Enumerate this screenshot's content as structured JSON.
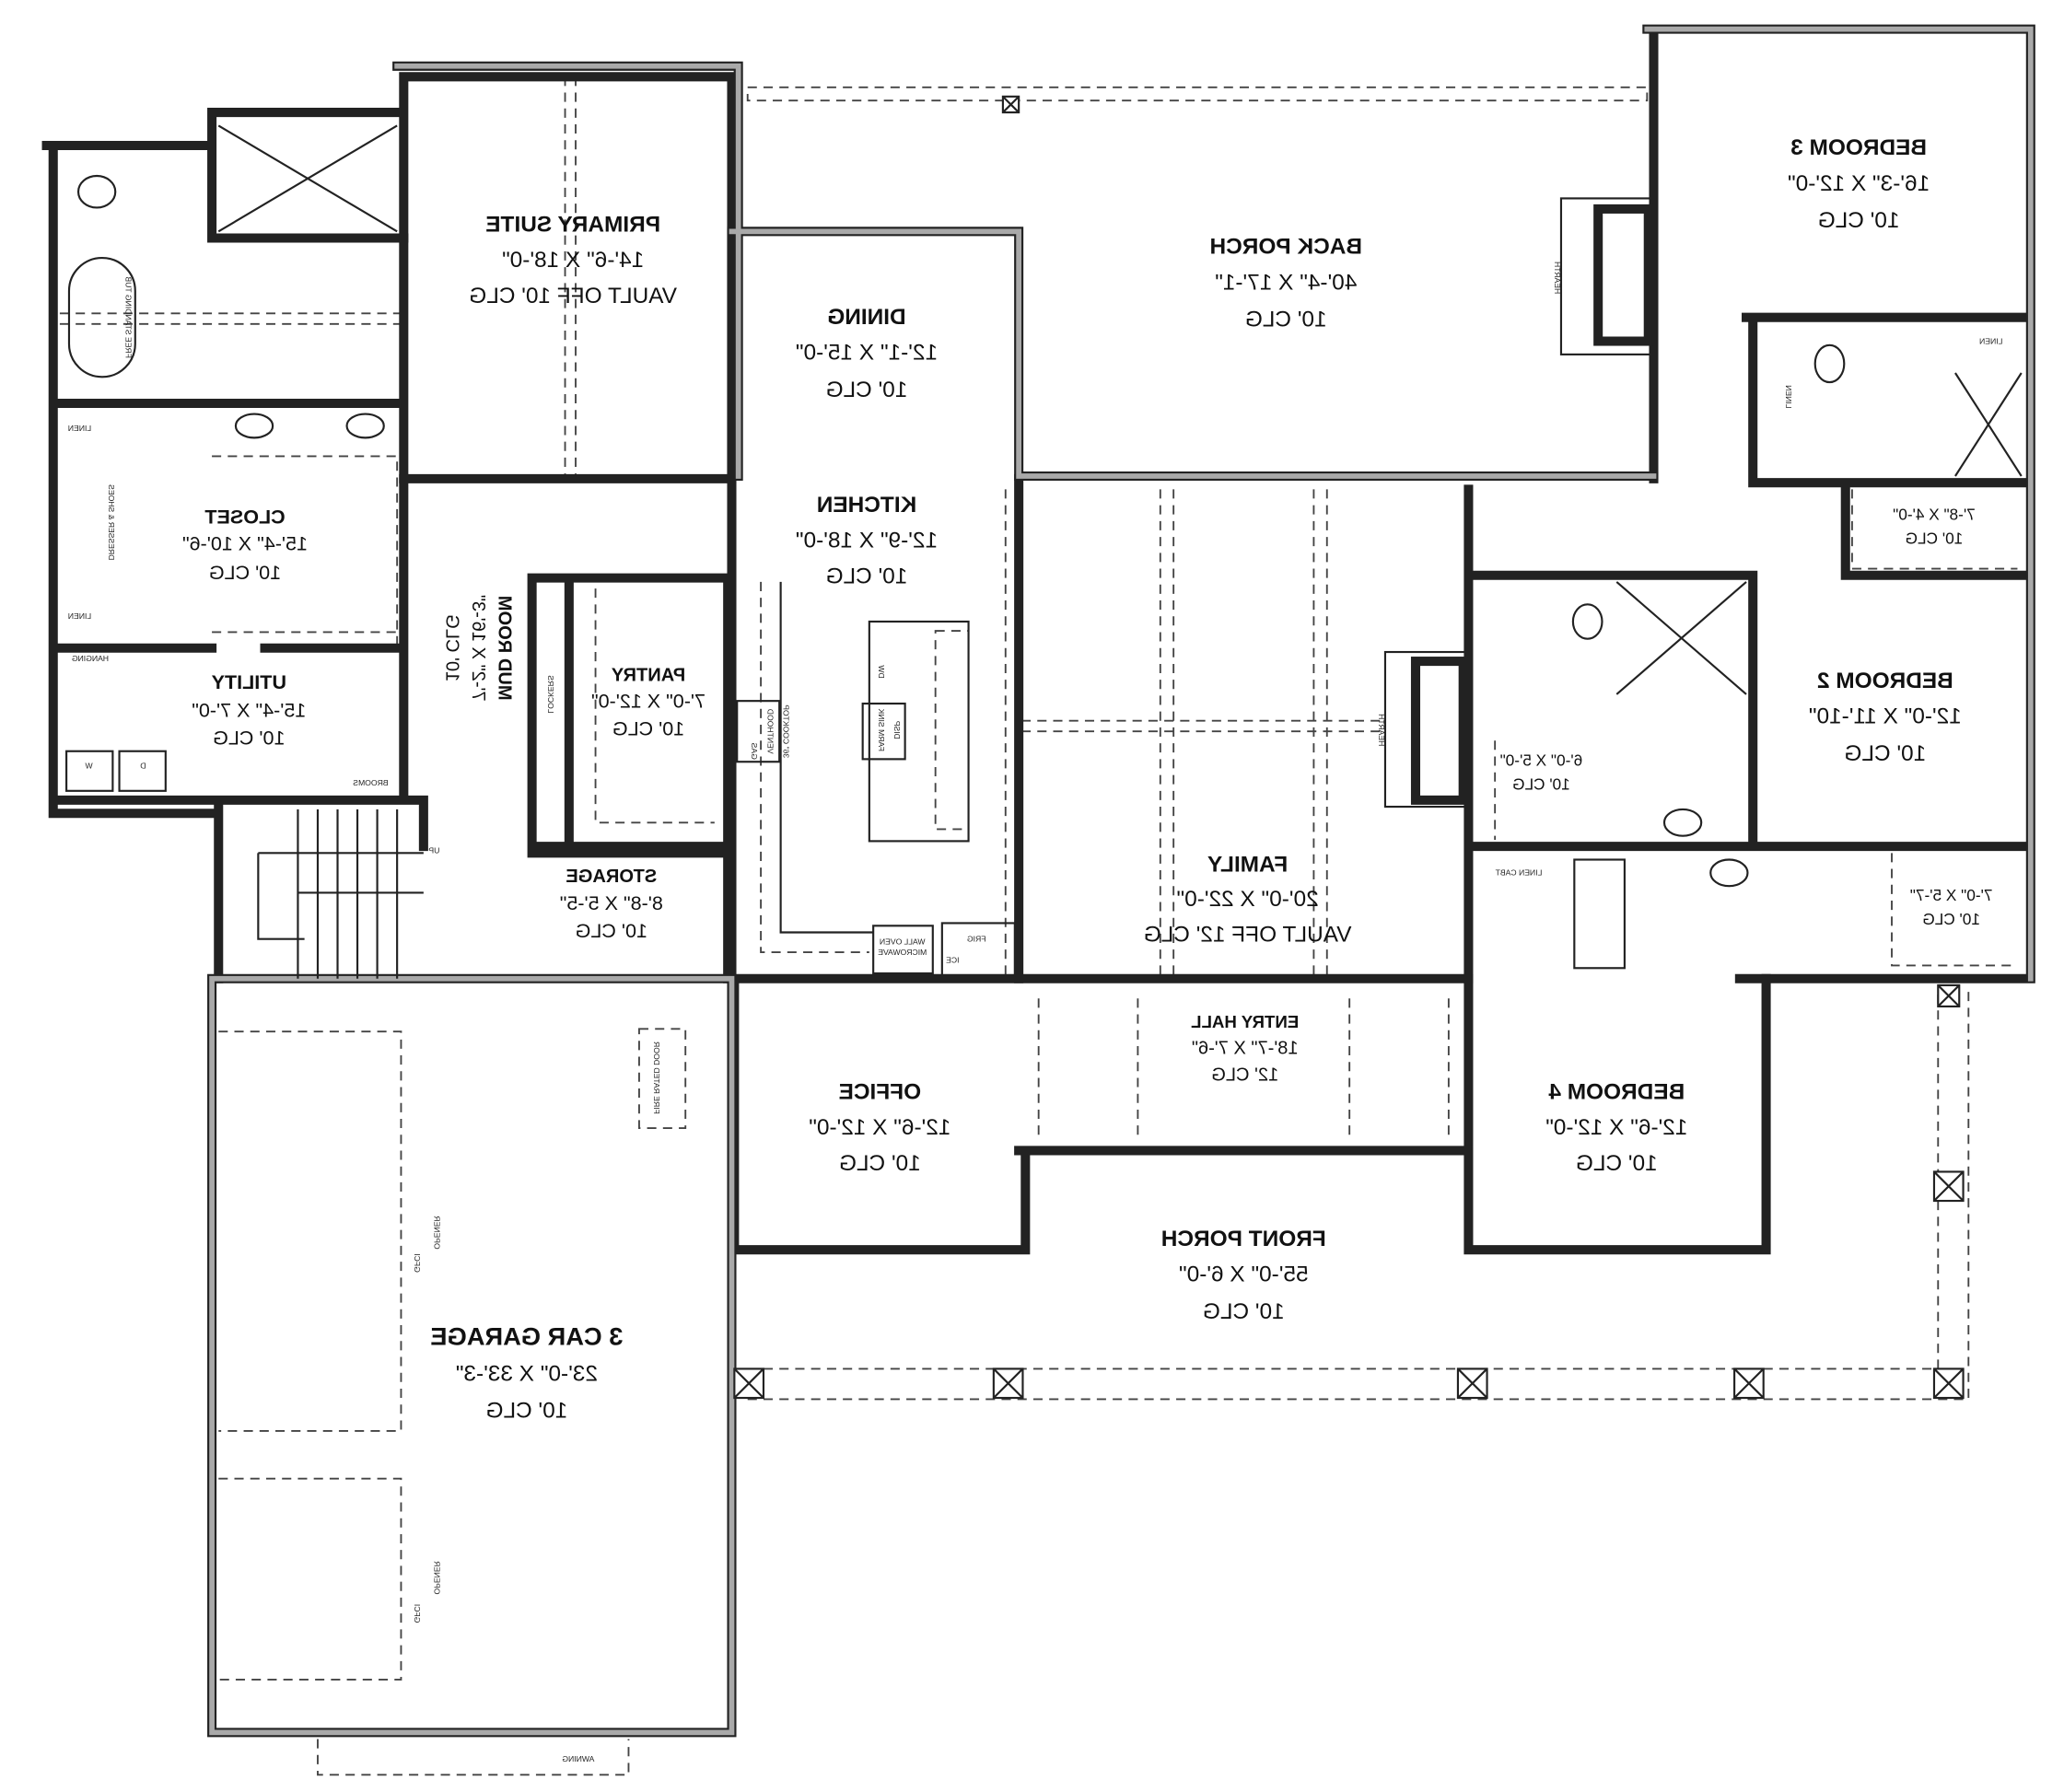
{
  "plan": {
    "mirrored": true,
    "rooms": [
      {
        "name": "PRIMARY SUITE",
        "size": "14'-6\" X 18'-0\"",
        "ceiling": "VAULT OFF 10' CLG"
      },
      {
        "name": "DINING",
        "size": "12'-1\" X 15'-0\"",
        "ceiling": "10' CLG"
      },
      {
        "name": "KITCHEN",
        "size": "12'-9\" X 18'-0\"",
        "ceiling": "10' CLG"
      },
      {
        "name": "BACK PORCH",
        "size": "40'-4\" X 17'-1\"",
        "ceiling": "10' CLG"
      },
      {
        "name": "BEDROOM 3",
        "size": "16'-3\" X 12'-0\"",
        "ceiling": "10' CLG"
      },
      {
        "name": "CLOSET",
        "size": "15'-4\" X 10'-6\"",
        "ceiling": "10' CLG"
      },
      {
        "name": "UTILITY",
        "size": "15'-4\" X 7'-0\"",
        "ceiling": "10' CLG"
      },
      {
        "name": "PANTRY",
        "size": "7'-0\" X 12'-0\"",
        "ceiling": "10' CLG"
      },
      {
        "name": "STORAGE",
        "size": "8'-8\" X 5'-5\"",
        "ceiling": "10' CLG"
      },
      {
        "name": "FAMILY",
        "size": "20'-0\" X 22'-0\"",
        "ceiling": "VAULT OFF 12' CLG"
      },
      {
        "name": "BEDROOM 2",
        "size": "12'-0\" X 11'-10\"",
        "ceiling": "10' CLG"
      },
      {
        "name": "ENTRY HALL",
        "size": "18'-7\" X 7'-6\"",
        "ceiling": "12' CLG"
      },
      {
        "name": "OFFICE",
        "size": "12'-6\" X 12'-0\"",
        "ceiling": "10' CLG"
      },
      {
        "name": "BEDROOM 4",
        "size": "12'-6\" X 12'-0\"",
        "ceiling": "10' CLG"
      },
      {
        "name": "FRONT PORCH",
        "size": "55'-0\" X 6'-0\"",
        "ceiling": "10' CLG"
      },
      {
        "name": "3 CAR GARAGE",
        "size": "23'-0\" X 33'-3\"",
        "ceiling": "10' CLG"
      }
    ],
    "mud_room": {
      "name": "MUD ROOM",
      "size": "7'-2\" X 16'-3\"",
      "ceiling": "10' CLG"
    },
    "closets": [
      {
        "size": "7'-8\" X 4'-0\"",
        "ceiling": "10' CLG"
      },
      {
        "size": "6'-0\" X 5'-0\"",
        "ceiling": "10' CLG"
      },
      {
        "size": "7'-0\" X 5'-7\"",
        "ceiling": "10' CLG"
      }
    ],
    "fixtures": {
      "linen": "LINEN",
      "dresser": "DRESSER & SHOES",
      "tub": "FREE STANDING TUB",
      "hanging": "HANGING",
      "washer": "W",
      "dryer": "D",
      "brooms": "BROOMS",
      "lockers": "LOCKERS",
      "up": "UP",
      "dw": "DW",
      "sink": "FARM SINK",
      "disp": "DISP",
      "cooktop": "36\" COOKTOP",
      "venthood": "VENTHOOD",
      "gas": "GAS",
      "oven": "WALL OVEN",
      "microwave": "MICROWAVE",
      "frig": "FRIG",
      "ice": "ICE",
      "hearth": "HEARTH",
      "linen_cabt": "LINEN CABT",
      "awning": "AWNING",
      "opener": "OPENER",
      "gfci": "GFCI",
      "fire_door": "FIRE RATED DOOR"
    }
  }
}
